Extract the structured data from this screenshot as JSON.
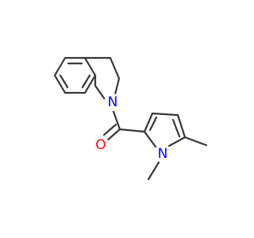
{
  "molecule": {
    "atoms": [
      {
        "id": "N_indoline",
        "symbol": "N",
        "color": "#0000ff"
      },
      {
        "id": "O_carbonyl",
        "symbol": "O",
        "color": "#ff0000"
      },
      {
        "id": "N_pyrrole",
        "symbol": "N",
        "color": "#0000ff"
      }
    ],
    "bond_color": "#383838",
    "background": "#ffffff"
  }
}
